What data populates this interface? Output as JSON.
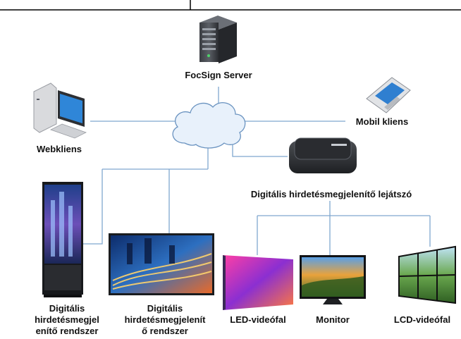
{
  "nodes": {
    "server": {
      "label": "FocSign Server"
    },
    "web_client": {
      "label": "Webkliens"
    },
    "mobile_client": {
      "label": "Mobil kliens"
    },
    "player": {
      "label": "Digitális hirdetésmegjelenítő lejátszó"
    },
    "kiosk": {
      "label_line1": "Digitális",
      "label_line2": "hirdetésmegjel",
      "label_line3": "enítő rendszer"
    },
    "signage_screen": {
      "label_line1": "Digitális",
      "label_line2": "hirdetésmegjelenít",
      "label_line3": "ő rendszer"
    },
    "led_wall": {
      "label": "LED-videófal"
    },
    "monitor": {
      "label": "Monitor"
    },
    "lcd_wall": {
      "label": "LCD-videófal"
    }
  },
  "colors": {
    "line": "#7fa7cf",
    "cloud_fill": "#e8f1fb",
    "cloud_stroke": "#6a93c0"
  }
}
